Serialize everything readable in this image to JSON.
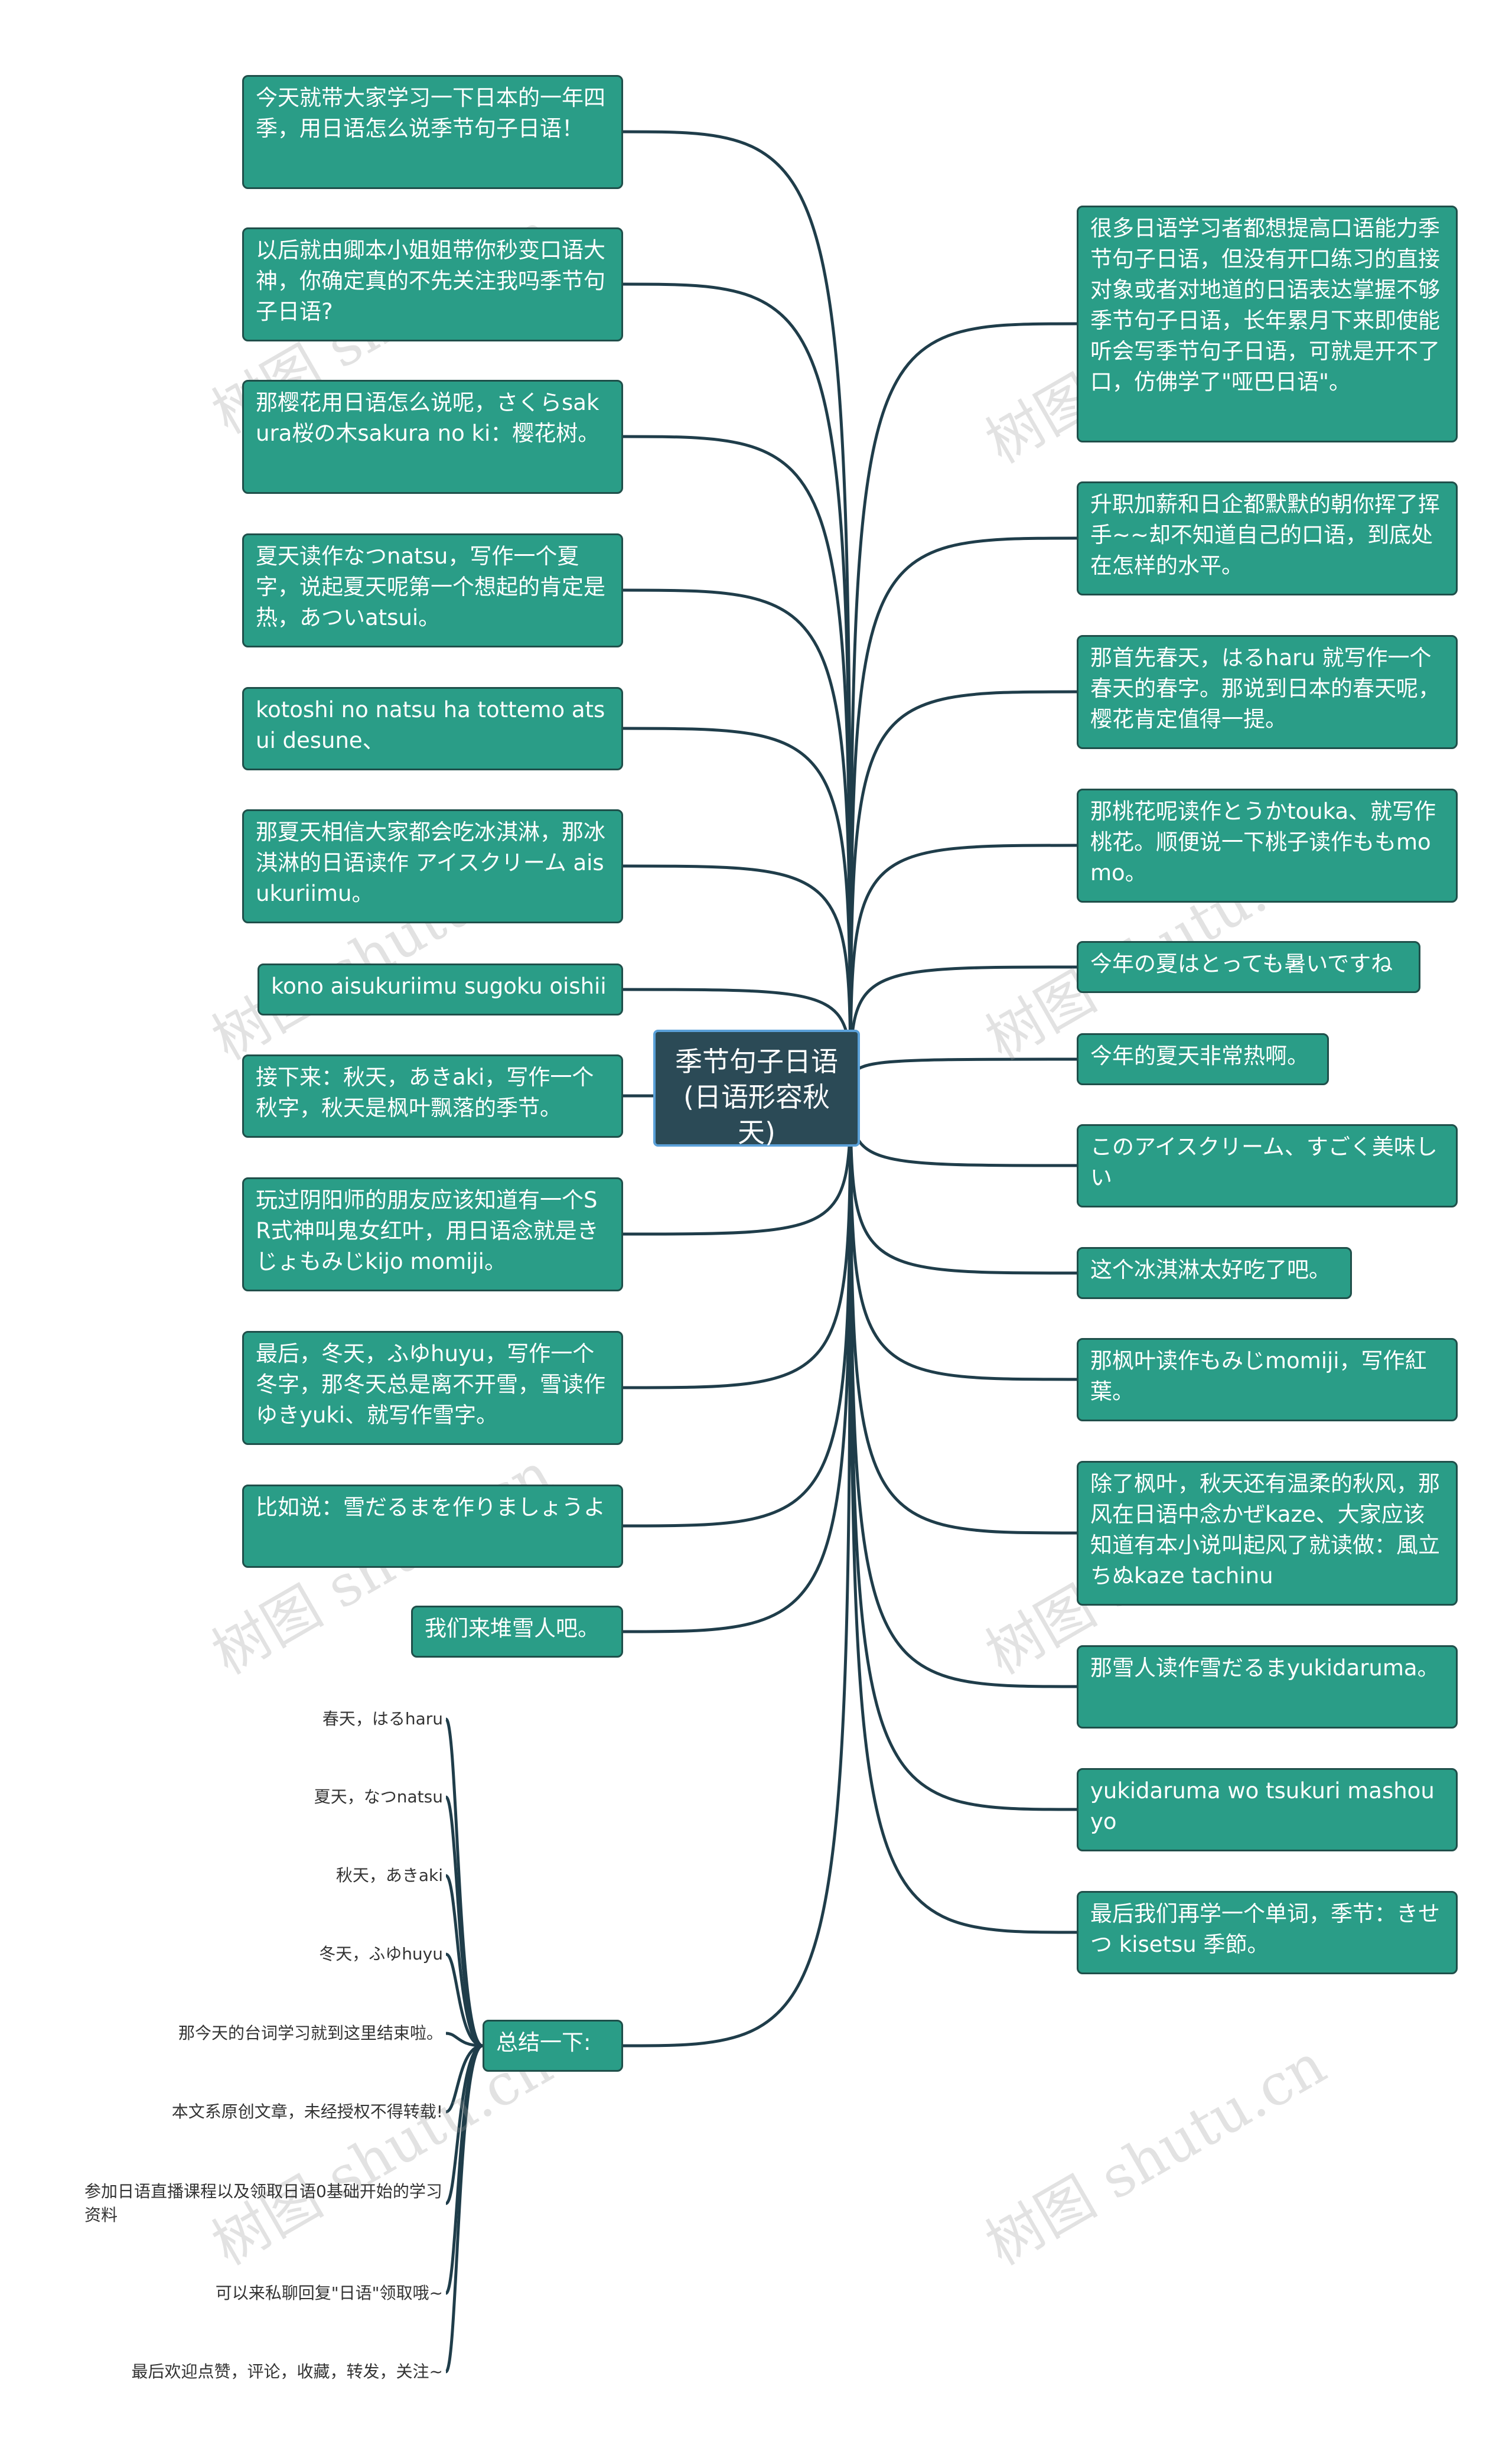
{
  "root": {
    "label": "季节句子日语(日语形容秋天)"
  },
  "left_nodes": [
    "今天就带大家学习一下日本的一年四季，用日语怎么说季节句子日语！",
    "以后就由卿本小姐姐带你秒变口语大神，你确定真的不先关注我吗季节句子日语?",
    "那樱花用日语怎么说呢，さくらsakura桜の木sakura no ki：樱花树。",
    "夏天读作なつnatsu，写作一个夏字，说起夏天呢第一个想起的肯定是热，あついatsui。",
    "kotoshi no natsu ha tottemo atsui desune、",
    "那夏天相信大家都会吃冰淇淋，那冰淇淋的日语读作 アイスクリーム aisukuriimu。",
    "kono aisukuriimu sugoku oishii",
    "接下来：秋天，あきaki，写作一个秋字，秋天是枫叶飘落的季节。",
    "玩过阴阳师的朋友应该知道有一个SR式神叫鬼女红叶，用日语念就是きじょもみじkijo momiji。",
    "最后，冬天，ふゆhuyu，写作一个冬字，那冬天总是离不开雪，雪读作ゆきyuki、就写作雪字。",
    "比如说：雪だるまを作りましょうよ",
    "我们来堆雪人吧。",
    "总结一下:"
  ],
  "right_nodes": [
    "很多日语学习者都想提高口语能力季节句子日语，但没有开口练习的直接对象或者对地道的日语表达掌握不够季节句子日语，长年累月下来即使能听会写季节句子日语，可就是开不了口，仿佛学了\"哑巴日语\"。",
    "升职加薪和日企都默默的朝你挥了挥手~~却不知道自己的口语，到底处在怎样的水平。",
    "那首先春天，はるharu 就写作一个春天的春字。那说到日本的春天呢，樱花肯定值得一提。",
    "那桃花呢读作とうかtouka、就写作桃花。顺便说一下桃子读作ももmomo。",
    "今年の夏はとっても暑いですね",
    "今年的夏天非常热啊。",
    "このアイスクリーム、すごく美味しい",
    "这个冰淇淋太好吃了吧。",
    "那枫叶读作もみじmomiji，写作紅葉。",
    "除了枫叶，秋天还有温柔的秋风，那风在日语中念かぜkaze、大家应该知道有本小说叫起风了就读做：風立ちぬkaze tachinu",
    "那雪人读作雪だるまyukidaruma。",
    "yukidaruma wo tsukuri mashouyo",
    "最后我们再学一个单词，季节：きせつ kisetsu 季節。"
  ],
  "summary_items": [
    "春天，はるharu",
    "夏天，なつnatsu",
    "秋天，あきaki",
    "冬天，ふゆhuyu",
    "那今天的台词学习就到这里结束啦。",
    "本文系原创文章，未经授权不得转载!",
    "参加日语直播课程以及领取日语0基础开始的学习资料",
    "可以来私聊回复\"日语\"领取哦~",
    "最后欢迎点赞，评论，收藏，转发，关注~"
  ],
  "watermark": "树图 shutu.cn",
  "colors": {
    "node": "#2a9d87",
    "root": "#2b4a56",
    "edge": "#1f3d4a"
  }
}
